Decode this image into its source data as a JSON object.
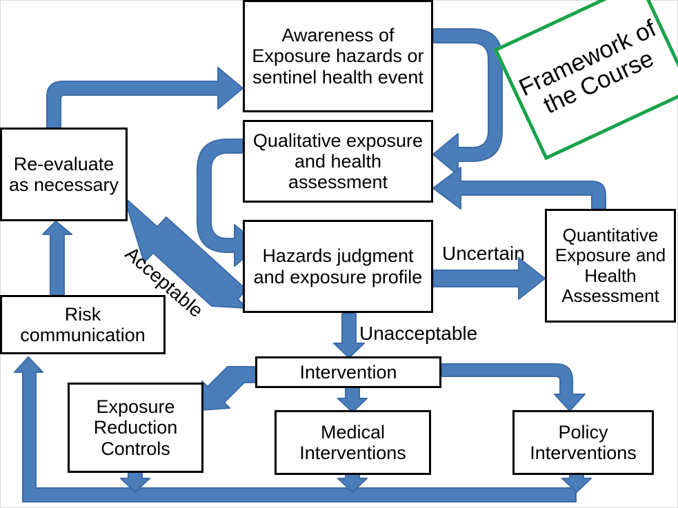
{
  "diagram": {
    "title_box": {
      "line1": "Framework of",
      "line2": "the Course",
      "border_color": "#19a34a"
    },
    "accent_color": "#4a7ebb",
    "node_border_color": "#000000",
    "nodes": [
      {
        "id": "awareness",
        "text": "Awareness of Exposure hazards or sentinel health event"
      },
      {
        "id": "qualitative",
        "text": "Qualitative exposure and health assessment"
      },
      {
        "id": "hazards",
        "text": "Hazards judgment and exposure profile"
      },
      {
        "id": "quantitative",
        "text": "Quantitative Exposure and Health Assessment"
      },
      {
        "id": "reevaluate",
        "text": "Re-evaluate as necessary"
      },
      {
        "id": "risk",
        "text": "Risk communication"
      },
      {
        "id": "intervention",
        "text": "Intervention"
      },
      {
        "id": "exposure_controls",
        "text": "Exposure Reduction Controls"
      },
      {
        "id": "medical",
        "text": "Medical Interventions"
      },
      {
        "id": "policy",
        "text": "Policy Interventions"
      }
    ],
    "edge_labels": [
      {
        "id": "uncertain",
        "text": "Uncertain"
      },
      {
        "id": "acceptable",
        "text": "Acceptable"
      },
      {
        "id": "unacceptable",
        "text": "Unacceptable"
      }
    ]
  }
}
